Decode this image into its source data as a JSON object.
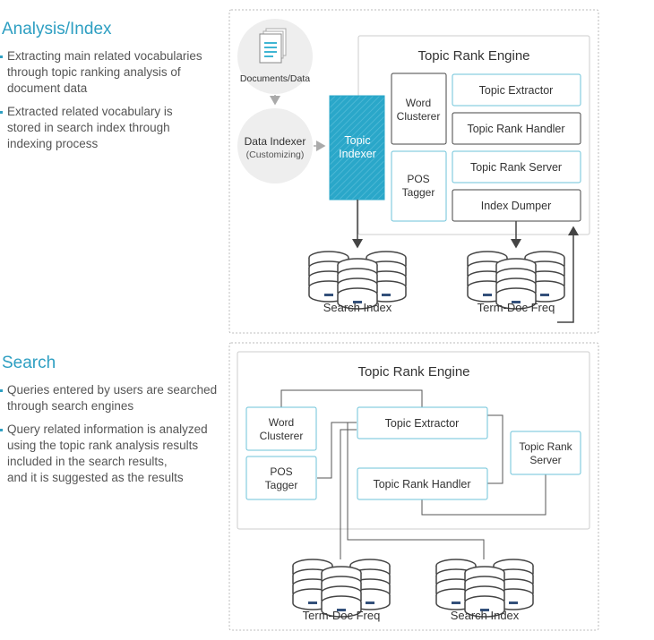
{
  "analysis": {
    "title": "Analysis/Index",
    "bullets": [
      "Extracting main related vocabularies through topic ranking analysis of document data",
      "Extracted related vocabulary is stored in search index through indexing process"
    ],
    "bullet_lines": [
      [
        "Extracting main related vocabularies",
        "through topic ranking analysis of",
        "document data"
      ],
      [
        "Extracted related vocabulary is",
        "stored in search index through",
        "indexing process"
      ]
    ]
  },
  "search": {
    "title": "Search",
    "bullets": [
      "Queries entered by users are searched through search engines",
      "Query related information is analyzed using the topic rank analysis results included in the search results, and it is suggested as the results"
    ],
    "bullet_lines": [
      [
        "Queries entered by users are searched",
        "through search engines"
      ],
      [
        "Query related information is analyzed",
        "using the topic rank analysis results",
        "included in the search results,",
        "and it is suggested as the results"
      ]
    ]
  },
  "diagram1": {
    "documents_label": "Documents/Data",
    "data_indexer_label": "Data Indexer",
    "data_indexer_sub": "(Customizing)",
    "topic_indexer_line1": "Topic",
    "topic_indexer_line2": "Indexer",
    "engine_title": "Topic Rank Engine",
    "word_clusterer_line1": "Word",
    "word_clusterer_line2": "Clusterer",
    "pos_tagger_line1": "POS",
    "pos_tagger_line2": "Tagger",
    "topic_extractor": "Topic Extractor",
    "topic_rank_handler": "Topic Rank Handler",
    "topic_rank_server": "Topic Rank Server",
    "index_dumper": "Index Dumper",
    "search_index": "Search Index",
    "term_doc_freq": "Term-Doc Freq"
  },
  "diagram2": {
    "engine_title": "Topic Rank Engine",
    "word_clusterer_line1": "Word",
    "word_clusterer_line2": "Clusterer",
    "pos_tagger_line1": "POS",
    "pos_tagger_line2": "Tagger",
    "topic_extractor": "Topic Extractor",
    "topic_rank_handler": "Topic Rank Handler",
    "topic_rank_server_line1": "Topic Rank",
    "topic_rank_server_line2": "Server",
    "term_doc_freq": "Term-Doc Freq",
    "search_index": "Search Index"
  },
  "colors": {
    "accent": "#2e9fc2",
    "topic_indexer_fill": "#2aa7c9",
    "border_teal": "#6cc3d9",
    "border_dark": "#444444",
    "dashed": "#bbbbbb",
    "db_cyan": "#3fb5d3",
    "db_navy": "#33507a"
  }
}
